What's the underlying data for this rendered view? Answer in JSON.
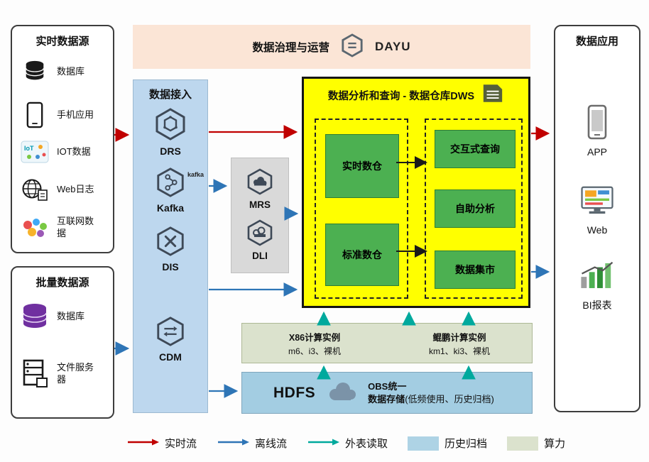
{
  "banner": {
    "title": "数据治理与运营",
    "product": "DAYU"
  },
  "realtime_sources": {
    "title": "实时数据源",
    "items": [
      {
        "label": "数据库",
        "icon": "database-icon"
      },
      {
        "label": "手机应用",
        "icon": "phone-icon"
      },
      {
        "label": "IOT数据",
        "icon": "iot-icon"
      },
      {
        "label": "Web日志",
        "icon": "web-log-icon"
      },
      {
        "label": "互联网数据",
        "icon": "internet-data-icon"
      }
    ]
  },
  "batch_sources": {
    "title": "批量数据源",
    "items": [
      {
        "label": "数据库",
        "icon": "database-purple-icon"
      },
      {
        "label": "文件服务器",
        "icon": "file-server-icon"
      }
    ]
  },
  "ingestion": {
    "title": "数据接入",
    "items": [
      {
        "label": "DRS"
      },
      {
        "label": "Kafka",
        "logo_text": "kafka"
      },
      {
        "label": "DIS"
      },
      {
        "label": "CDM"
      }
    ]
  },
  "middle_services": {
    "items": [
      {
        "label": "MRS"
      },
      {
        "label": "DLI"
      }
    ]
  },
  "dws": {
    "title": "数据分析和查询 - 数据仓库DWS",
    "warehouse_group": [
      {
        "label": "实时数仓"
      },
      {
        "label": "标准数仓"
      }
    ],
    "analysis_group": [
      {
        "label": "交互式查询"
      },
      {
        "label": "自助分析"
      },
      {
        "label": "数据集市"
      }
    ]
  },
  "compute": {
    "x86_title": "X86计算实例",
    "x86_spec": "m6、i3、裸机",
    "kunpeng_title": "鲲鹏计算实例",
    "kunpeng_spec": "km1、ki3、裸机"
  },
  "storage": {
    "hdfs_label": "HDFS",
    "obs_line1": "OBS统一",
    "obs_line2": "数据存储",
    "obs_note": "(低频使用、历史归档)"
  },
  "applications": {
    "title": "数据应用",
    "items": [
      {
        "label": "APP"
      },
      {
        "label": "Web"
      },
      {
        "label": "BI报表"
      }
    ]
  },
  "legend": {
    "items": [
      {
        "label": "实时流",
        "kind": "arrow",
        "color": "#c00000"
      },
      {
        "label": "离线流",
        "kind": "arrow",
        "color": "#2e75b6"
      },
      {
        "label": "外表读取",
        "kind": "arrow",
        "color": "#00a99d"
      },
      {
        "label": "历史归档",
        "kind": "swatch",
        "color": "#aed3e5"
      },
      {
        "label": "算力",
        "kind": "swatch",
        "color": "#dbe2cd"
      }
    ]
  },
  "colors": {
    "banner_bg": "#fbe5d6",
    "ingest_bg": "#bdd7ee",
    "services_bg": "#d9d9d9",
    "dws_bg": "#ffff00",
    "green_module": "#4cb051",
    "compute_bg": "#dbe2cd",
    "storage_bg": "#a3cde2",
    "realtime_flow": "#c00000",
    "offline_flow": "#2e75b6",
    "external_read": "#00a99d"
  }
}
